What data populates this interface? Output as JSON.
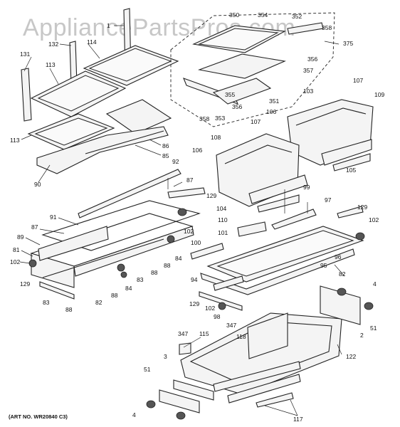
{
  "watermark": "AppliancePartsPros.com",
  "art_number": "(ART NO. WR20840 C3)",
  "callouts": [
    "1",
    "131",
    "132",
    "114",
    "113",
    "113",
    "86",
    "85",
    "90",
    "350",
    "354",
    "352",
    "358",
    "375",
    "356",
    "357",
    "355",
    "351",
    "356",
    "353",
    "358",
    "107",
    "103",
    "109",
    "106",
    "107",
    "108",
    "106",
    "104",
    "110",
    "105",
    "92",
    "87",
    "129",
    "91",
    "87",
    "89",
    "81",
    "102",
    "129",
    "83",
    "88",
    "82",
    "88",
    "84",
    "83",
    "88",
    "84",
    "88",
    "102",
    "99",
    "97",
    "129",
    "102",
    "101",
    "100",
    "96",
    "95",
    "82",
    "94",
    "129",
    "102",
    "98",
    "347",
    "4",
    "51",
    "2",
    "347",
    "115",
    "118",
    "122",
    "3",
    "51",
    "4",
    "117"
  ]
}
